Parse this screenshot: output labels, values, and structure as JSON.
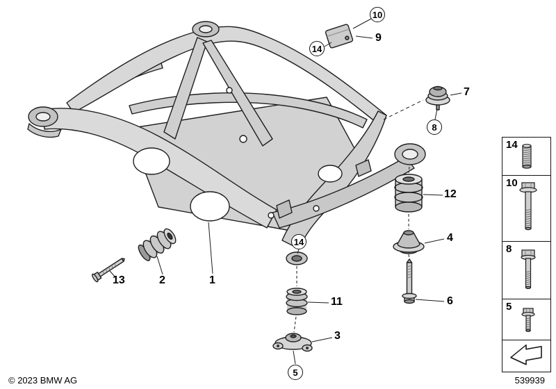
{
  "footer": {
    "copyright": "© 2023 BMW AG",
    "diagram_number": "539939"
  },
  "colors": {
    "background": "#ffffff",
    "line": "#1a1a1a",
    "metal_light": "#e0e0e0",
    "metal_mid": "#c9c9c9",
    "metal_dark": "#9a9a9a"
  },
  "callouts": [
    {
      "label": "10",
      "circled": true,
      "target": "vibration-damper-fastener"
    },
    {
      "label": "14",
      "circled": true,
      "target": "vibration-damper-stud"
    },
    {
      "label": "9",
      "circled": false,
      "target": "vibration-damper"
    },
    {
      "label": "7",
      "circled": false,
      "target": "rubber-mount-rear"
    },
    {
      "label": "8",
      "circled": true,
      "target": "rubber-mount-bolt"
    },
    {
      "label": "12",
      "circled": false,
      "target": "hydro-bushing-right"
    },
    {
      "label": "4",
      "circled": false,
      "target": "mount-right"
    },
    {
      "label": "6",
      "circled": false,
      "target": "bolt-right"
    },
    {
      "label": "14",
      "circled": true,
      "target": "center-threaded-insert"
    },
    {
      "label": "11",
      "circled": false,
      "target": "bushing-center"
    },
    {
      "label": "3",
      "circled": false,
      "target": "mount-center"
    },
    {
      "label": "5",
      "circled": true,
      "target": "mount-center-screw"
    },
    {
      "label": "13",
      "circled": false,
      "target": "bolt-left"
    },
    {
      "label": "2",
      "circled": false,
      "target": "bushing-left"
    },
    {
      "label": "1",
      "circled": false,
      "target": "rear-axle-carrier"
    }
  ],
  "sidebar": {
    "items": [
      {
        "label": "14",
        "icon": "threaded-stud-icon"
      },
      {
        "label": "10",
        "icon": "flange-bolt-icon"
      },
      {
        "label": "8",
        "icon": "hex-bolt-icon"
      },
      {
        "label": "5",
        "icon": "small-screw-icon"
      },
      {
        "label": "",
        "icon": "direction-arrow-icon"
      }
    ]
  }
}
